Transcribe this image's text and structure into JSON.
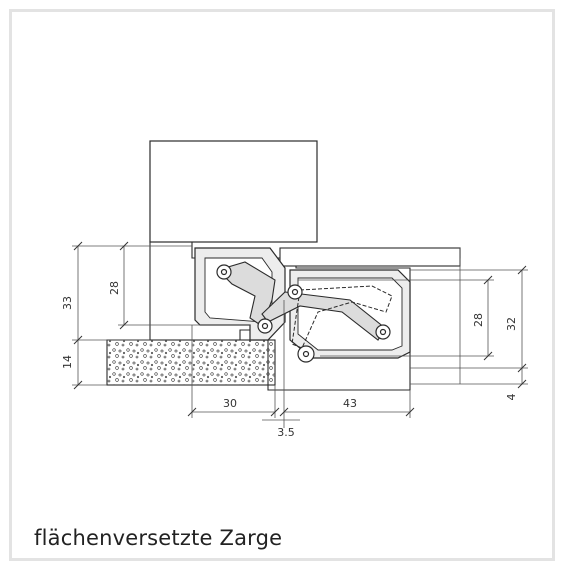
{
  "caption": "flächenversetzte Zarge",
  "dimensions": {
    "d33": "33",
    "d28_left": "28",
    "d14": "14",
    "d30": "30",
    "d3_5": "3.5",
    "d43": "43",
    "d28_right": "28",
    "d32": "32",
    "d4": "4"
  },
  "colors": {
    "line": "#2b2b2b",
    "dim_line": "#555555",
    "hinge_fill": "#e6e6e6",
    "frame_border": "#e3e3e3"
  }
}
